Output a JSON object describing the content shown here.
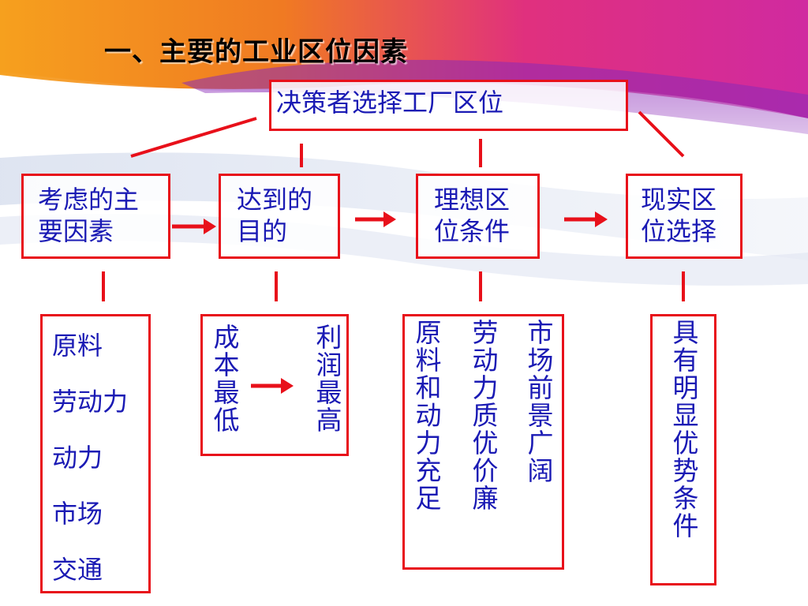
{
  "title": "一、主要的工业区位因素",
  "decision": "决策者选择工厂区位",
  "level1": [
    {
      "label": "考虑的主\n要因素"
    },
    {
      "label": "达到的\n目的"
    },
    {
      "label": "理想区\n位条件"
    },
    {
      "label": "现实区\n位选择"
    }
  ],
  "factors": [
    "原料",
    "劳动力",
    "动力",
    "市场",
    "交通"
  ],
  "goal": {
    "left": "成本最低",
    "right": "利润最高"
  },
  "ideal": [
    "原料和动力充足",
    "劳动力质优价廉",
    "市场前景广阔"
  ],
  "reality": "具有明显优势条件",
  "colors": {
    "border": "#e8101a",
    "text": "#1a1ab4",
    "arrow": "#e8101a"
  }
}
